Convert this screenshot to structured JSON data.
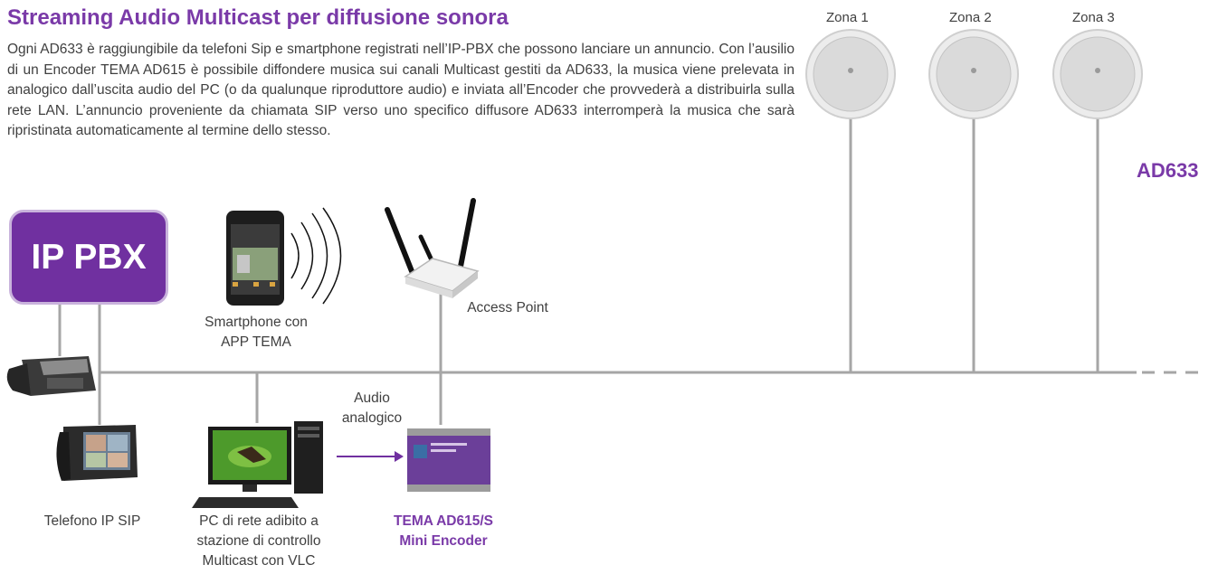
{
  "header": {
    "title": "Streaming Audio Multicast per diffusione sonora",
    "description": "Ogni AD633 è raggiungibile da telefoni Sip e smartphone registrati nell’IP-PBX che possono lanciare un annuncio. Con l’ausilio di un Encoder TEMA AD615 è possibile diffondere musica sui canali Multicast gestiti da AD633, la musica viene prelevata in analogico dall’uscita audio del PC (o da qualunque riproduttore audio) e inviata all’Encoder che provvederà a distribuirla sulla rete LAN. L’annuncio proveniente da chiamata SIP verso uno specifico diffusore AD633 interromperà la musica che sarà ripristinata automaticamente al termine dello stesso."
  },
  "zones": [
    "Zona 1",
    "Zona 2",
    "Zona 3"
  ],
  "speaker_model": "AD633",
  "pbx_label": "IP PBX",
  "smartphone_label_line1": "Smartphone con",
  "smartphone_label_line2": "APP TEMA",
  "access_point_label": "Access Point",
  "audio_label_line1": "Audio",
  "audio_label_line2": "analogico",
  "ip_phone_label": "Telefono IP SIP",
  "pc_label_line1": "PC di rete adibito a",
  "pc_label_line2": "stazione di controllo",
  "pc_label_line3": "Multicast con VLC",
  "encoder_label_line1": "TEMA AD615/S",
  "encoder_label_line2": "Mini Encoder",
  "colors": {
    "brand_purple": "#7030a0",
    "title_purple": "#7a3aa8",
    "line_gray": "#a6a6a6"
  }
}
